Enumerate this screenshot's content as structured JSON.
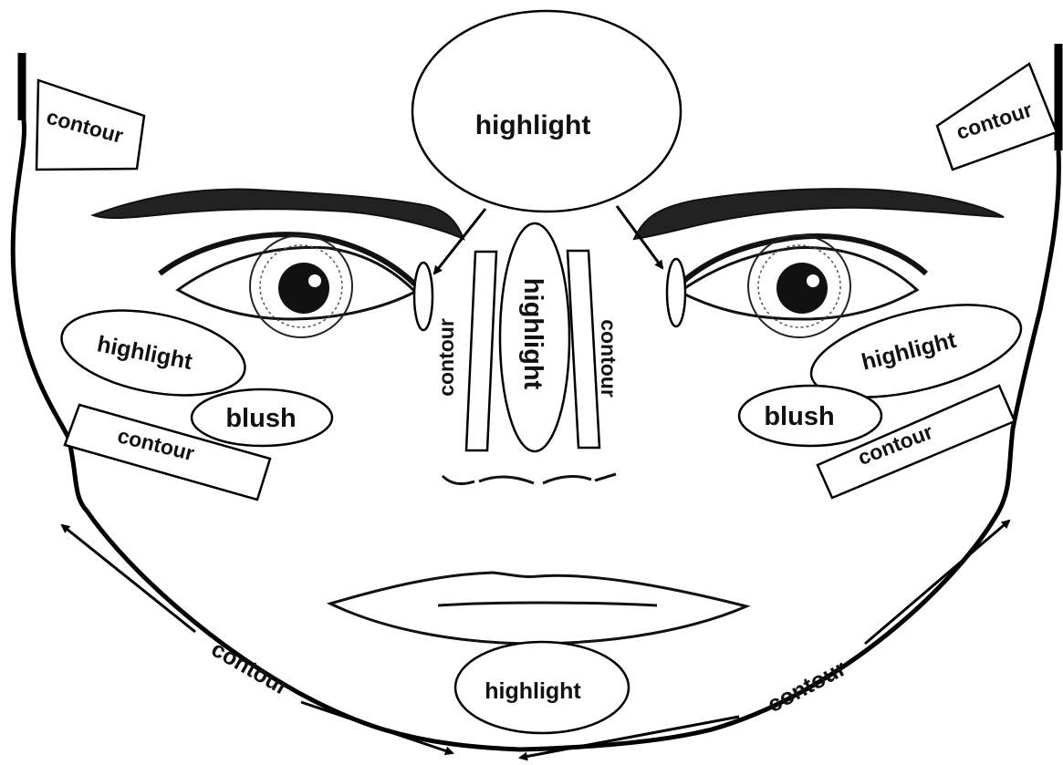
{
  "labels": {
    "forehead": "highlight",
    "temple_left": "contour",
    "temple_right": "contour",
    "nose_center": "highlight",
    "nose_left": "contour",
    "nose_right": "contour",
    "cheek_highlight_left": "highlight",
    "cheek_highlight_right": "highlight",
    "blush_left": "blush",
    "blush_right": "blush",
    "cheek_contour_left": "contour",
    "cheek_contour_right": "contour",
    "chin": "highlight",
    "jaw_left": "contour",
    "jaw_right": "contour"
  },
  "colors": {
    "ink": "#000000",
    "background": "#ffffff"
  }
}
